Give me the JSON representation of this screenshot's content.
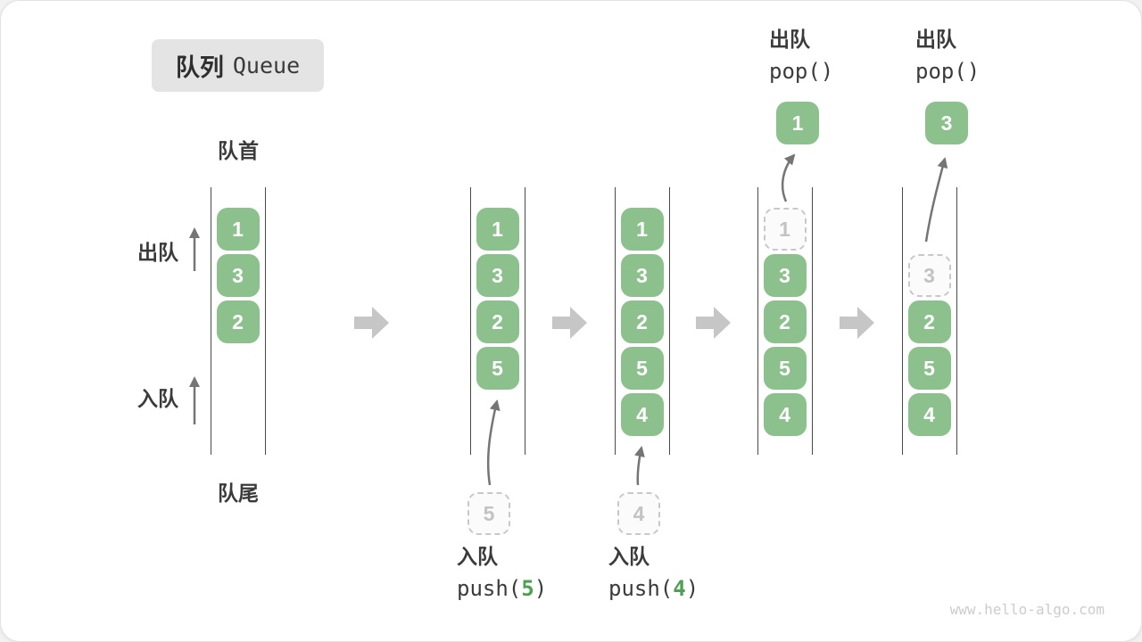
{
  "title": {
    "zh": "队列",
    "en": "Queue"
  },
  "queue_labels": {
    "front": "队首",
    "rear": "队尾",
    "dequeue": "出队",
    "enqueue": "入队"
  },
  "states": [
    {
      "name": "initial",
      "boxes": [
        "1",
        "3",
        "2"
      ]
    },
    {
      "name": "after-push-5",
      "boxes": [
        "1",
        "3",
        "2",
        "5"
      ],
      "pending": "5"
    },
    {
      "name": "after-push-4",
      "boxes": [
        "1",
        "3",
        "2",
        "5",
        "4"
      ],
      "pending": "4"
    },
    {
      "name": "after-pop-1",
      "boxes": [
        "3",
        "2",
        "5",
        "4"
      ],
      "removed": "1",
      "popped": "1"
    },
    {
      "name": "after-pop-3",
      "boxes": [
        "2",
        "5",
        "4"
      ],
      "removed": "3",
      "popped": "3"
    }
  ],
  "operations": {
    "push5": {
      "label": "入队",
      "prefix": "push(",
      "arg": "5",
      "suffix": ")"
    },
    "push4": {
      "label": "入队",
      "prefix": "push(",
      "arg": "4",
      "suffix": ")"
    },
    "pop1": {
      "label": "出队",
      "code": "pop()"
    },
    "pop2": {
      "label": "出队",
      "code": "pop()"
    }
  },
  "watermark": "www.hello-algo.com",
  "colors": {
    "item_green": "#8cc08c",
    "item_text": "#ffffff",
    "accent_green": "#4fa052",
    "dashed_border": "#c8c8c8",
    "thin_arrow": "#757575",
    "block_arrow": "#c6c6c6",
    "label_text": "#3b3b3b",
    "title_bg": "#e4e4e4",
    "queue_wall": "#4a4a4a",
    "watermark_gray": "#cccccc"
  }
}
